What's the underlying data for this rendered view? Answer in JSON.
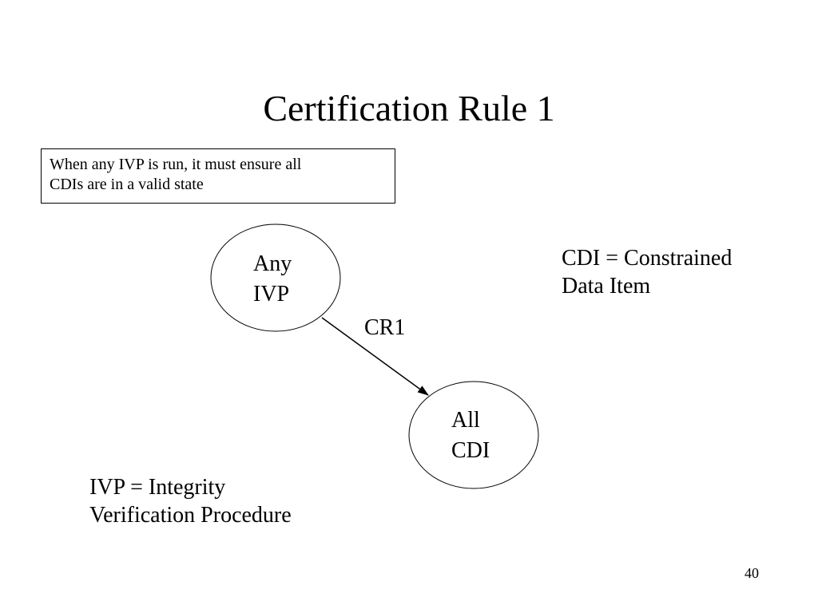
{
  "slide": {
    "title": "Certification Rule 1",
    "rule_box": {
      "line1": "When any IVP is run, it must ensure all",
      "line2": "CDIs are in a valid state"
    },
    "page_number": "40"
  },
  "diagram": {
    "nodes": [
      {
        "id": "ivp",
        "line1": "Any",
        "line2": "IVP"
      },
      {
        "id": "cdi",
        "line1": "All",
        "line2": "CDI"
      }
    ],
    "edge": {
      "from": "ivp",
      "to": "cdi",
      "label": "CR1"
    },
    "definitions": {
      "cdi": {
        "line1": "CDI = Constrained",
        "line2": "Data Item"
      },
      "ivp": {
        "line1": "IVP = Integrity",
        "line2": "Verification Procedure"
      }
    }
  }
}
